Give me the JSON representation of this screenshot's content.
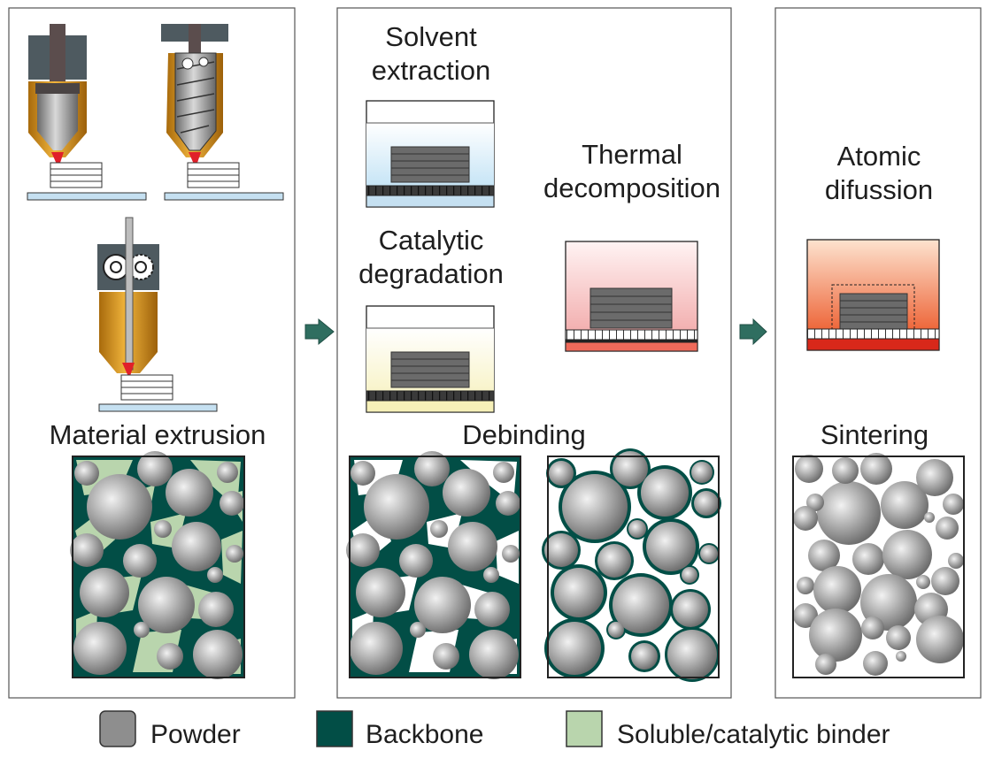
{
  "panels": {
    "extrusion": {
      "label": "Material extrusion"
    },
    "debinding": {
      "label": "Debinding",
      "solvent": [
        "Solvent",
        "extraction"
      ],
      "catalytic": [
        "Catalytic",
        "degradation"
      ],
      "thermal": [
        "Thermal",
        "decomposition"
      ]
    },
    "sintering": {
      "label": "Sintering",
      "atomic": [
        "Atomic",
        "difussion"
      ]
    }
  },
  "legend": [
    {
      "label": "Powder",
      "color": "#8e8e8e"
    },
    {
      "label": "Backbone",
      "color": "#024e46"
    },
    {
      "label": "Soluble/catalytic binder",
      "color": "#b9d5ad"
    }
  ],
  "colors": {
    "powder": "#8e8e8e",
    "backbone": "#024e46",
    "binder": "#b9d5ad",
    "nozzle": "#d9961e",
    "motor": "#4e5a60",
    "bed": "#c5e0f1",
    "arrow": "#2f6e60"
  }
}
